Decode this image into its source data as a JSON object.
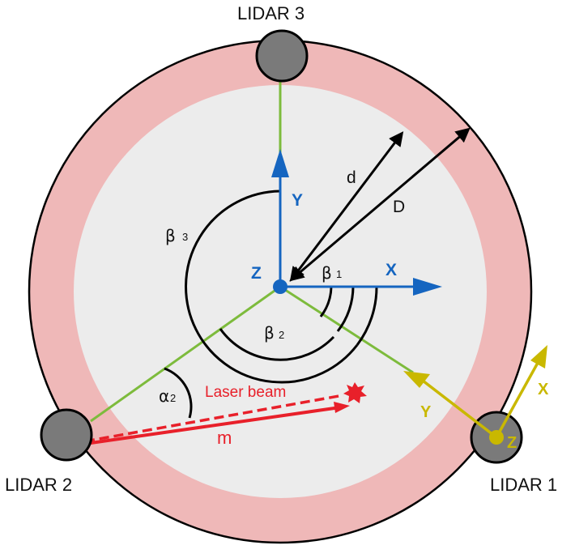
{
  "lidars": [
    {
      "label": "LIDAR 1"
    },
    {
      "label": "LIDAR 2"
    },
    {
      "label": "LIDAR 3"
    }
  ],
  "center_frame": {
    "x_label": "X",
    "y_label": "Y",
    "z_label": "Z"
  },
  "lidar1_frame": {
    "x_label": "X",
    "y_label": "Y",
    "z_label": "Z"
  },
  "dimensions": {
    "inner_radius_label": "d",
    "outer_radius_label": "D"
  },
  "angles": {
    "beta": "β",
    "beta1_sub": "1",
    "beta2_sub": "2",
    "beta3_sub": "3",
    "alpha": "α",
    "alpha2_sub": "2"
  },
  "laser": {
    "beam_label": "Laser beam",
    "distance_label": "m"
  },
  "colors": {
    "ring": "#efb8b8",
    "inner_disk": "#ececec",
    "lidar": "#7a7a7a",
    "green_line": "#7dbb3c",
    "blue_axis": "#1565c0",
    "yellow_axis": "#c9b800",
    "laser": "#e8202a"
  }
}
